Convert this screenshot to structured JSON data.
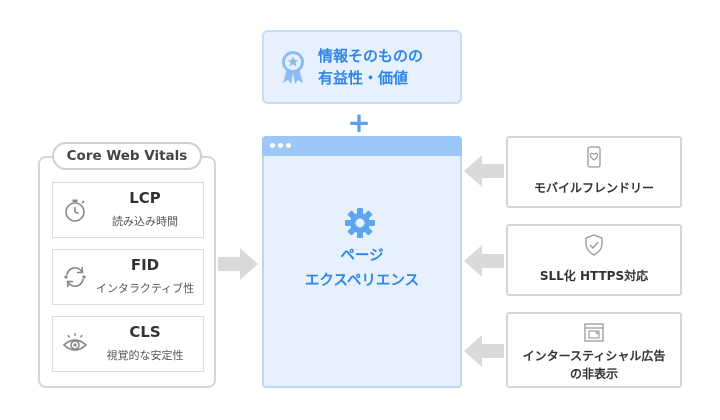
{
  "top_card": {
    "line1": "情報そのものの",
    "line2": "有益性・価値",
    "icon": "award-ribbon-icon"
  },
  "plus_sign": "+",
  "core_web_vitals": {
    "title": "Core Web Vitals",
    "metrics": [
      {
        "name": "LCP",
        "desc": "読み込み時間",
        "icon": "stopwatch-icon"
      },
      {
        "name": "FID",
        "desc": "インタラクティブ性",
        "icon": "cycle-arrows-icon"
      },
      {
        "name": "CLS",
        "desc": "視覚的な安定性",
        "icon": "eye-icon"
      }
    ]
  },
  "center": {
    "line1": "ページ",
    "line2": "エクスペリエンス",
    "icon": "gear-icon"
  },
  "factors": [
    {
      "line1": "モバイルフレンドリー",
      "line2": "",
      "icon": "mobile-heart-icon"
    },
    {
      "line1": "SLL化 HTTPS対応",
      "line2": "",
      "icon": "shield-check-icon"
    },
    {
      "line1": "インタースティシャル広告",
      "line2": "の非表示",
      "icon": "popup-window-icon"
    }
  ],
  "colors": {
    "accent_blue": "#2f86e8",
    "light_blue_bg": "#e7f1fd",
    "arrow_gray": "#dadada",
    "border_gray": "#d6d6d6"
  }
}
